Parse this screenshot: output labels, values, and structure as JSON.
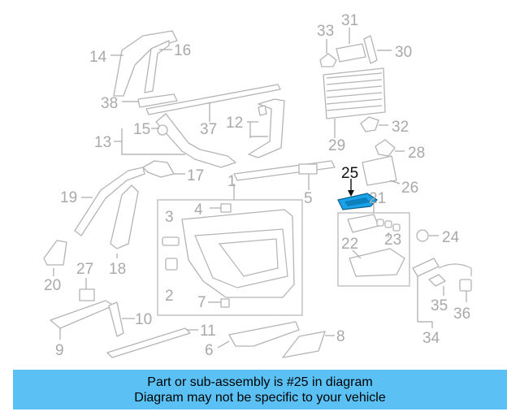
{
  "callouts": {
    "c1": "1",
    "c2": "2",
    "c3": "3",
    "c4": "4",
    "c5": "5",
    "c6": "6",
    "c7": "7",
    "c8": "8",
    "c9": "9",
    "c10": "10",
    "c11": "11",
    "c12": "12",
    "c13": "13",
    "c14": "14",
    "c15": "15",
    "c16": "16",
    "c17": "17",
    "c18": "18",
    "c19": "19",
    "c20": "20",
    "c21": "21",
    "c22": "22",
    "c23": "23",
    "c24": "24",
    "c25": "25",
    "c26": "26",
    "c27": "27",
    "c28": "28",
    "c29": "29",
    "c30": "30",
    "c31": "31",
    "c32": "32",
    "c33": "33",
    "c34": "34",
    "c35": "35",
    "c36": "36",
    "c37": "37",
    "c38": "38"
  },
  "highlight": {
    "part_number": "25",
    "color": "#1aa3e8"
  },
  "banner": {
    "line1": "Part or sub-assembly is #25 in diagram",
    "line2": "Diagram may not be specific to your vehicle",
    "color": "#5bc1f4"
  }
}
